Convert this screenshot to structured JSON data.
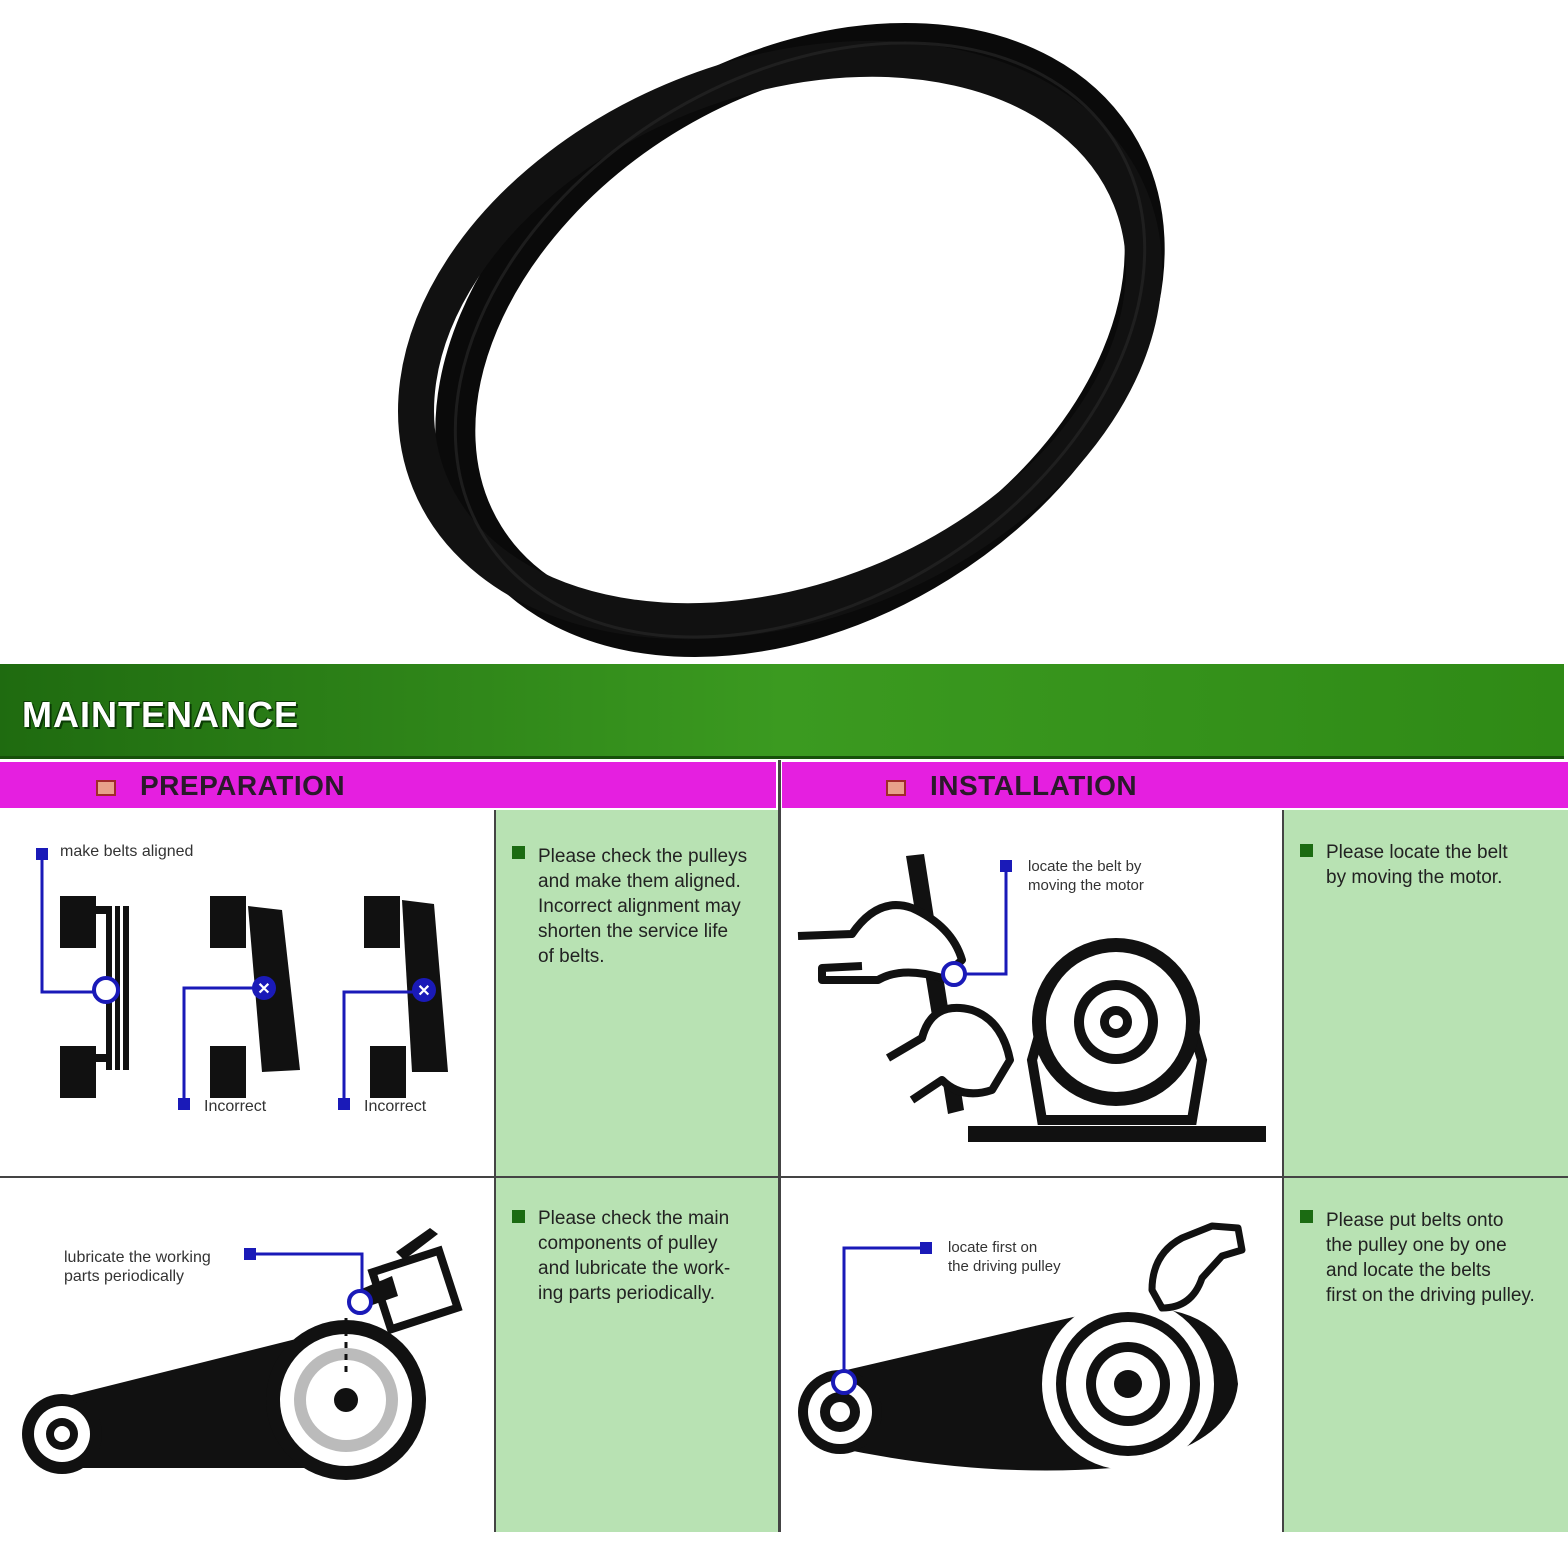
{
  "banner": {
    "title": "MAINTENANCE"
  },
  "sections": {
    "preparation": "PREPARATION",
    "installation": "INSTALLATION"
  },
  "preparation": {
    "top": {
      "label": "make belts aligned",
      "incorrect_1": "Incorrect",
      "incorrect_2": "Incorrect",
      "note_lines": [
        "Please check the pulleys",
        "and make them aligned.",
        "Incorrect alignment may",
        "shorten the service life",
        "of belts."
      ]
    },
    "bottom": {
      "label_lines": [
        "lubricate the working",
        "parts periodically"
      ],
      "note_lines": [
        "Please check the main",
        "components of pulley",
        "and lubricate the work-",
        "ing parts periodically."
      ]
    }
  },
  "installation": {
    "top": {
      "label_lines": [
        "locate the belt by",
        "moving the motor"
      ],
      "note_lines": [
        "Please locate the belt",
        "by moving the motor."
      ]
    },
    "bottom": {
      "label_lines": [
        "locate first on",
        "the driving pulley"
      ],
      "note_lines": [
        "Please put belts onto",
        "the pulley one by one",
        "and locate the belts",
        "first on the driving pulley."
      ]
    }
  },
  "colors": {
    "banner_green": "#2f8a16",
    "section_magenta": "#e51fe0",
    "panel_green": "#b8e2b3",
    "callout_blue": "#1a1ab8"
  }
}
